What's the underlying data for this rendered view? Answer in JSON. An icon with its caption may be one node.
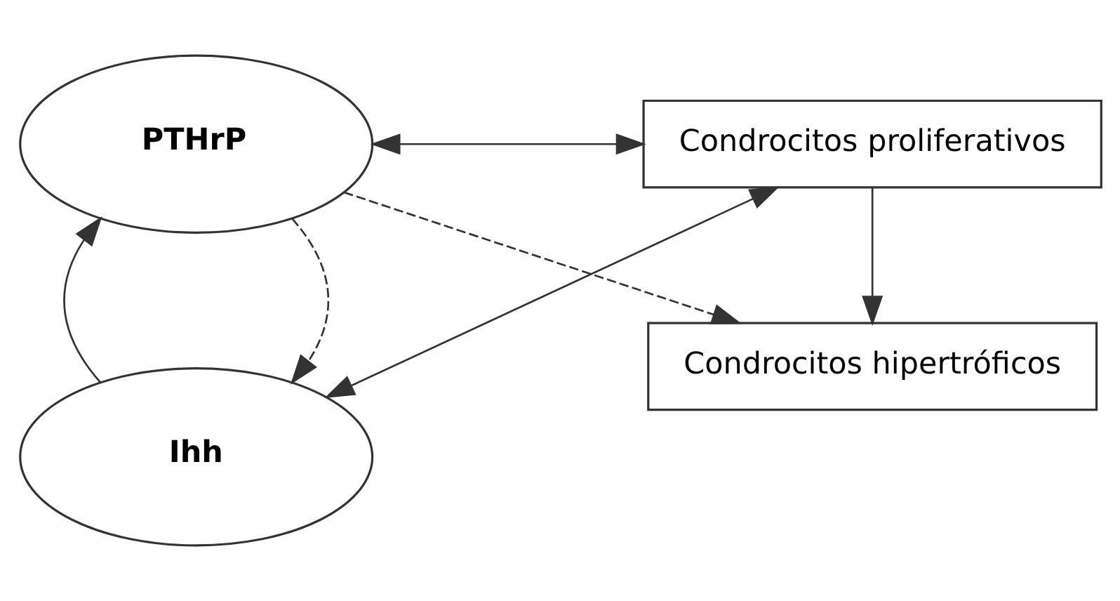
{
  "diagram": {
    "nodes": [
      {
        "text": [
          "PTHrP"
        ]
      },
      {
        "text": [
          "Condrocitos proliferativos"
        ]
      },
      {
        "text": [
          "Ihh"
        ]
      },
      {
        "text": [
          "Condrocitos hipertróficos"
        ]
      }
    ],
    "edges": [
      {
        "from": 0,
        "to": 1,
        "arrow": "both"
      },
      {
        "from": 0,
        "to": 2,
        "arrow": "to",
        "style": "dashed"
      },
      {
        "from": 2,
        "to": 0,
        "arrow": "to"
      },
      {
        "from": 0,
        "to": 3,
        "arrow": "to",
        "style": "dashed"
      },
      {
        "from": 1,
        "to": 3,
        "arrow": "to"
      },
      {
        "from": 2,
        "to": 1,
        "arrow": "both"
      }
    ]
  }
}
